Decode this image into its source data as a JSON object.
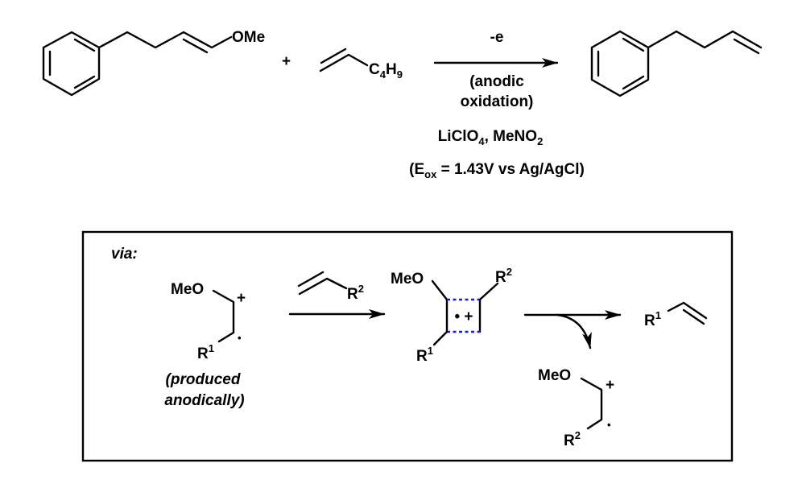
{
  "title": "Anodic oxidation olefin metathesis-type reaction scheme",
  "reaction": {
    "reactant_1": {
      "name": "(E)-(4-methoxybut-3-enyl)benzene",
      "substituent_label": "OMe"
    },
    "plus_sign": "+",
    "reactant_2": {
      "name": "1-hexene",
      "substituent_label": "C",
      "substituent_sub_1": "4",
      "substituent_h": "H",
      "substituent_sub_2": "9"
    },
    "arrow": {
      "above": "-e",
      "below_line_1": "(anodic",
      "below_line_2": "oxidation)",
      "conditions_1_main": "LiClO",
      "conditions_1_sub": "4",
      "conditions_1_mid": ", MeNO",
      "conditions_1_sub2": "2",
      "conditions_2_open": "(E",
      "conditions_2_sub": "ox",
      "conditions_2_rest": " = 1.43V vs Ag/AgCl)"
    },
    "product": {
      "name": "4-phenyl-1-butene"
    }
  },
  "mechanism_box": {
    "heading": "via:",
    "intermediate_1": {
      "meo_label": "MeO",
      "charge": "+",
      "radical": "•",
      "r_label": "R",
      "r_sup": "1",
      "caption_line_1": "(produced",
      "caption_line_2": "anodically)"
    },
    "alkene_reagent": {
      "r_label": "R",
      "r_sup": "2"
    },
    "cyclobutane": {
      "meo_label": "MeO",
      "r2_label": "R",
      "r2_sup": "2",
      "r1_label": "R",
      "r1_sup": "1",
      "center_label": "• +"
    },
    "product_alkene": {
      "r_label": "R",
      "r_sup": "1"
    },
    "intermediate_2": {
      "meo_label": "MeO",
      "charge": "+",
      "radical": "•",
      "r_label": "R",
      "r_sup": "2"
    }
  },
  "colors": {
    "ink": "#000000",
    "dashed_bond": "#1a1ad0",
    "background": "#ffffff"
  }
}
